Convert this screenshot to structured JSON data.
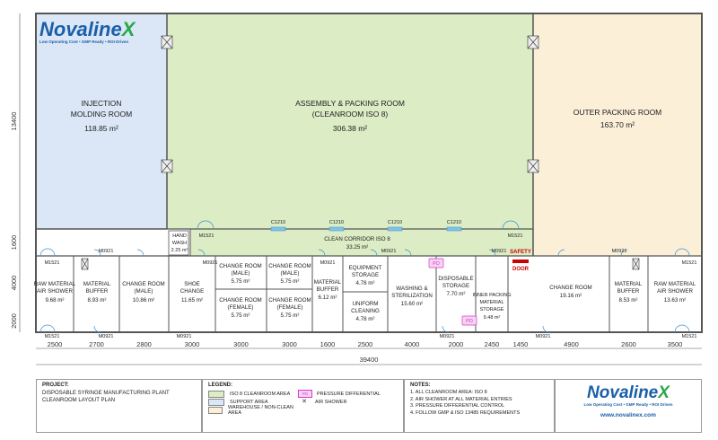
{
  "brand": {
    "name_main": "Novaline",
    "name_x": "X",
    "tagline": "Low Operating Cost • GMP Ready • ROI Driven",
    "website": "www.novalinex.com"
  },
  "rooms": {
    "injection": {
      "name1": "INJECTION",
      "name2": "MOLDING ROOM",
      "area": "118.85 m²"
    },
    "assembly": {
      "name1": "ASSEMBLY & PACKING ROOM",
      "name2": "(CLEANROOM ISO 8)",
      "area": "306.38 m²"
    },
    "outer": {
      "name1": "OUTER PACKING ROOM",
      "area": "163.70 m²"
    },
    "corridor": {
      "name1": "CLEAN CORRIDOR ISO 8",
      "area": "33.25 m²"
    },
    "hand_wash": {
      "name1": "HAND",
      "name2": "WASH",
      "area": "2.25 m²"
    },
    "raw_left": {
      "name1": "RAW MATERIAL",
      "name2": "AIR SHOWER",
      "area": "9.68 m²"
    },
    "mat_buf_left": {
      "name1": "MATERIAL",
      "name2": "BUFFER",
      "area": "8.93 m²"
    },
    "change_male": {
      "name1": "CHANGE ROOM",
      "name2": "(MALE)",
      "area": "10.86 m²"
    },
    "shoe": {
      "name1": "SHOE",
      "name2": "CHANGE",
      "area": "11.65 m²"
    },
    "cr_male_1": {
      "name1": "CHANGE ROOM",
      "name2": "(MALE)",
      "area": "5.75 m²"
    },
    "cr_male_2": {
      "name1": "CHANGE ROOM",
      "name2": "(MALE)",
      "area": "5.75 m²"
    },
    "cr_female_1": {
      "name1": "CHANGE ROOM",
      "name2": "(FEMALE)",
      "area": "5.75 m²"
    },
    "cr_female_2": {
      "name1": "CHANGE ROOM",
      "name2": "(FEMALE)",
      "area": "5.75 m²"
    },
    "mat_buf_mid": {
      "name1": "MATERIAL",
      "name2": "BUFFER",
      "area": "6.12 m²"
    },
    "equipment": {
      "name1": "EQUIPMENT",
      "name2": "STORAGE",
      "area": "4.78 m²"
    },
    "uniform": {
      "name1": "UNIFORM",
      "name2": "CLEANING",
      "area": "4.78 m²"
    },
    "washing": {
      "name1": "WASHING &",
      "name2": "STERILIZATION",
      "area": "15.60 m²"
    },
    "disposable": {
      "name1": "DISPOSABLE",
      "name2": "STORAGE",
      "area": "7.70 m²"
    },
    "inner_pack": {
      "name1": "INNER PACKING",
      "name2": "MATERIAL",
      "name3": "STORAGE",
      "area": "9.48 m²"
    },
    "safety": {
      "name1": "SAFETY",
      "name2": "DOOR"
    },
    "change_right": {
      "name1": "CHANGE ROOM",
      "area": "19.16 m²"
    },
    "mat_buf_right": {
      "name1": "MATERIAL",
      "name2": "BUFFER",
      "area": "8.53 m²"
    },
    "raw_right": {
      "name1": "RAW MATERIAL",
      "name2": "AIR SHOWER",
      "area": "13.63 m²"
    }
  },
  "doors": {
    "m1521": "M1521",
    "m0921": "M0921",
    "c1210": "C1210"
  },
  "pressure_symbol": "PD",
  "dimensions": {
    "bottom": [
      "2500",
      "2700",
      "2800",
      "3000",
      "3000",
      "3000",
      "1600",
      "2500",
      "4000",
      "2000",
      "2450",
      "1450",
      "4900",
      "2600",
      "3500"
    ],
    "total": "39400",
    "left": [
      "13400",
      "1600",
      "4000",
      "2000"
    ]
  },
  "project": {
    "heading": "PROJECT:",
    "line1": "DISPOSABLE SYRINGE MANUFACTURING PLANT",
    "line2": "CLEANROOM LAYOUT PLAN"
  },
  "legend": {
    "heading": "LEGEND:",
    "items": [
      {
        "label": "ISO 8 CLEANROOM AREA",
        "color": "#dcecc5"
      },
      {
        "label": "SUPPORT AREA",
        "color": "#dbe7f6"
      },
      {
        "label": "WAREHOUSE / NON-CLEAN AREA",
        "color": "#fbefd8"
      }
    ],
    "pressure_label": "PRESSURE DIFFERENTIAL",
    "air_shower_label": "AIR SHOWER"
  },
  "notes": {
    "heading": "NOTES:",
    "items": [
      "1.  ALL CLEANROOM AREA: ISO 8",
      "2.  AIR SHOWER AT ALL MATERIAL ENTRIES",
      "3.  PRESSURE DIFFERENTIAL CONTROL",
      "4.  FOLLOW GMP & ISO 13485 REQUIREMENTS"
    ]
  },
  "colors": {
    "iso8": "#dcecc5",
    "support": "#dbe7f6",
    "warehouse": "#fbefd8",
    "wall": "#555555",
    "brand_blue": "#1a5fa8",
    "brand_green": "#2aa84a",
    "pressure": "#d63cc8"
  }
}
